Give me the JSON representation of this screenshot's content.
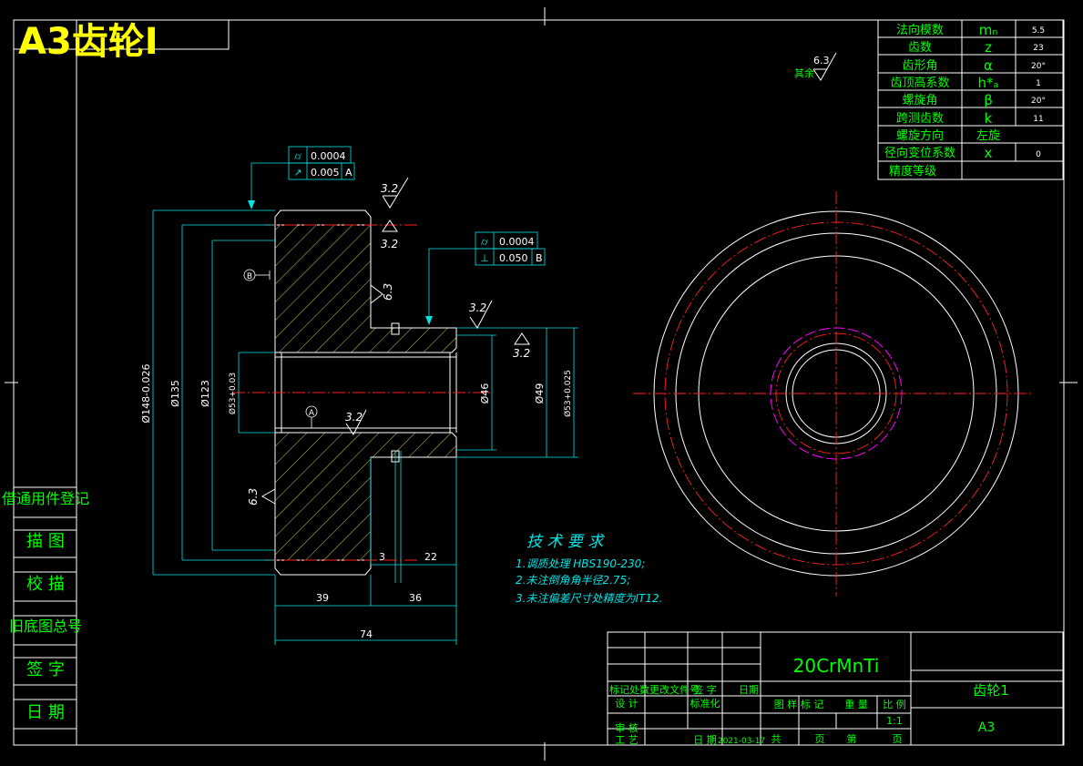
{
  "title_block": {
    "drawing_title": "A3齿轮I",
    "material": "20CrMnTi",
    "part_name": "齿轮1",
    "sheet_size": "A3",
    "scale": "1:1",
    "date": "2021-03-17",
    "labels": {
      "revision_row": "标记处数更改文件号",
      "sign": "签 字",
      "date_col": "日期",
      "design": "设 计",
      "standardize": "标准化",
      "check": "审 核",
      "process": "工 艺",
      "date_label": "日 期",
      "stage_mark": "图 样 标 记",
      "weight": "重 量",
      "scale_label": "比 例",
      "total": "共",
      "sheet": "页",
      "no": "第",
      "page": "页"
    }
  },
  "side_block": [
    "借通用件登记",
    "描 图",
    "校 描",
    "旧底图总号",
    "签 字",
    "日 期"
  ],
  "gear_params": [
    {
      "name": "法向模数",
      "symbol": "mₙ",
      "value": "5.5"
    },
    {
      "name": "齿数",
      "symbol": "z",
      "value": "23"
    },
    {
      "name": "齿形角",
      "symbol": "α",
      "value": "20°"
    },
    {
      "name": "齿顶高系数",
      "symbol": "h*ₐ",
      "value": "1"
    },
    {
      "name": "螺旋角",
      "symbol": "β",
      "value": "20°"
    },
    {
      "name": "跨测齿数",
      "symbol": "k",
      "value": "11"
    },
    {
      "name": "螺旋方向",
      "symbol": "左旋",
      "value": ""
    },
    {
      "name": "径向变位系数",
      "symbol": "x",
      "value": "0"
    },
    {
      "name": "精度等级",
      "symbol": "",
      "value": ""
    }
  ],
  "tech_requirements": {
    "heading": "技 术 要 求",
    "items": [
      "1.调质处理 HBS190-230;",
      "2.未注倒角角半径2.75;",
      "3.未注偏差尺寸处精度为IT12."
    ]
  },
  "roughness": {
    "rest": "其余",
    "general": "6.3",
    "marks": [
      "3.2",
      "3.2",
      "3.2",
      "3.2",
      "3.2",
      "6.3",
      "6.3"
    ]
  },
  "tolerances": {
    "top": [
      {
        "symbol": "⌭",
        "value": "0.0004",
        "datum": ""
      },
      {
        "symbol": "↗",
        "value": "0.005",
        "datum": "A"
      }
    ],
    "right": [
      {
        "symbol": "⌭",
        "value": "0.0004",
        "datum": ""
      },
      {
        "symbol": "⊥",
        "value": "0.050",
        "datum": "B"
      }
    ],
    "datums": [
      "B",
      "A"
    ]
  },
  "dimensions": {
    "d_outer": "Ø148-0.026",
    "d_135": "Ø135",
    "d_123": "Ø123",
    "d_bore": "Ø53+0.03",
    "d_46": "Ø46",
    "d_49": "Ø49",
    "d_hub": "Ø53+0.025",
    "w_3": "3",
    "w_22": "22",
    "w_39": "39",
    "w_36": "36",
    "w_74": "74"
  }
}
